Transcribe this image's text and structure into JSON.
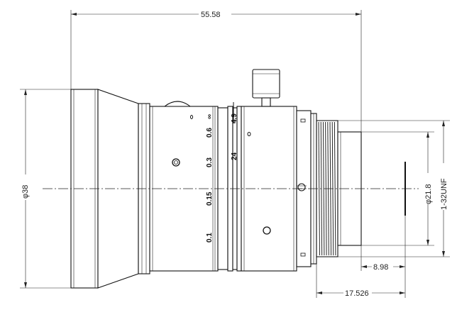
{
  "dimensions": {
    "overall_length": "55.58",
    "front_diameter": "φ38",
    "mount_diameter": "φ21.8",
    "mount_thread": "1-32UNF",
    "mount_depth": "8.98",
    "flange_back": "17.526"
  },
  "focus_scale": [
    "0.1",
    "0.15",
    "0.3",
    "0.6",
    "∞"
  ],
  "iris_scale": [
    "24",
    "4.9"
  ],
  "colors": {
    "line": "#111111",
    "background": "#ffffff"
  }
}
